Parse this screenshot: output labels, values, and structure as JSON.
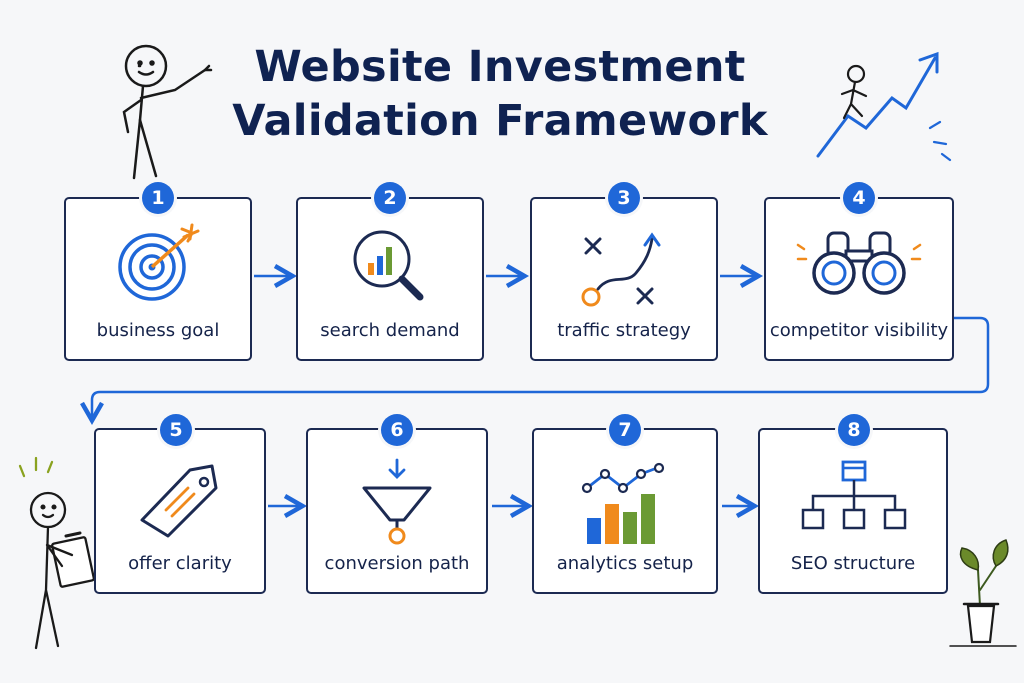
{
  "title": {
    "line1": "Website Investment",
    "line2": "Validation Framework"
  },
  "steps": [
    {
      "number": "1",
      "label": "business goal",
      "icon": "target-arrow-icon"
    },
    {
      "number": "2",
      "label": "search demand",
      "icon": "magnifier-bar-chart-icon"
    },
    {
      "number": "3",
      "label": "traffic strategy",
      "icon": "play-diagram-icon"
    },
    {
      "number": "4",
      "label": "competitor visibility",
      "icon": "binoculars-icon"
    },
    {
      "number": "5",
      "label": "offer clarity",
      "icon": "price-tag-icon"
    },
    {
      "number": "6",
      "label": "conversion path",
      "icon": "funnel-icon"
    },
    {
      "number": "7",
      "label": "analytics setup",
      "icon": "analytics-chart-icon"
    },
    {
      "number": "8",
      "label": "SEO structure",
      "icon": "sitemap-icon"
    }
  ],
  "colors": {
    "accent": "#1f67d8",
    "navy": "#0f2251",
    "orange": "#f08a1c",
    "green": "#6b9a34"
  }
}
